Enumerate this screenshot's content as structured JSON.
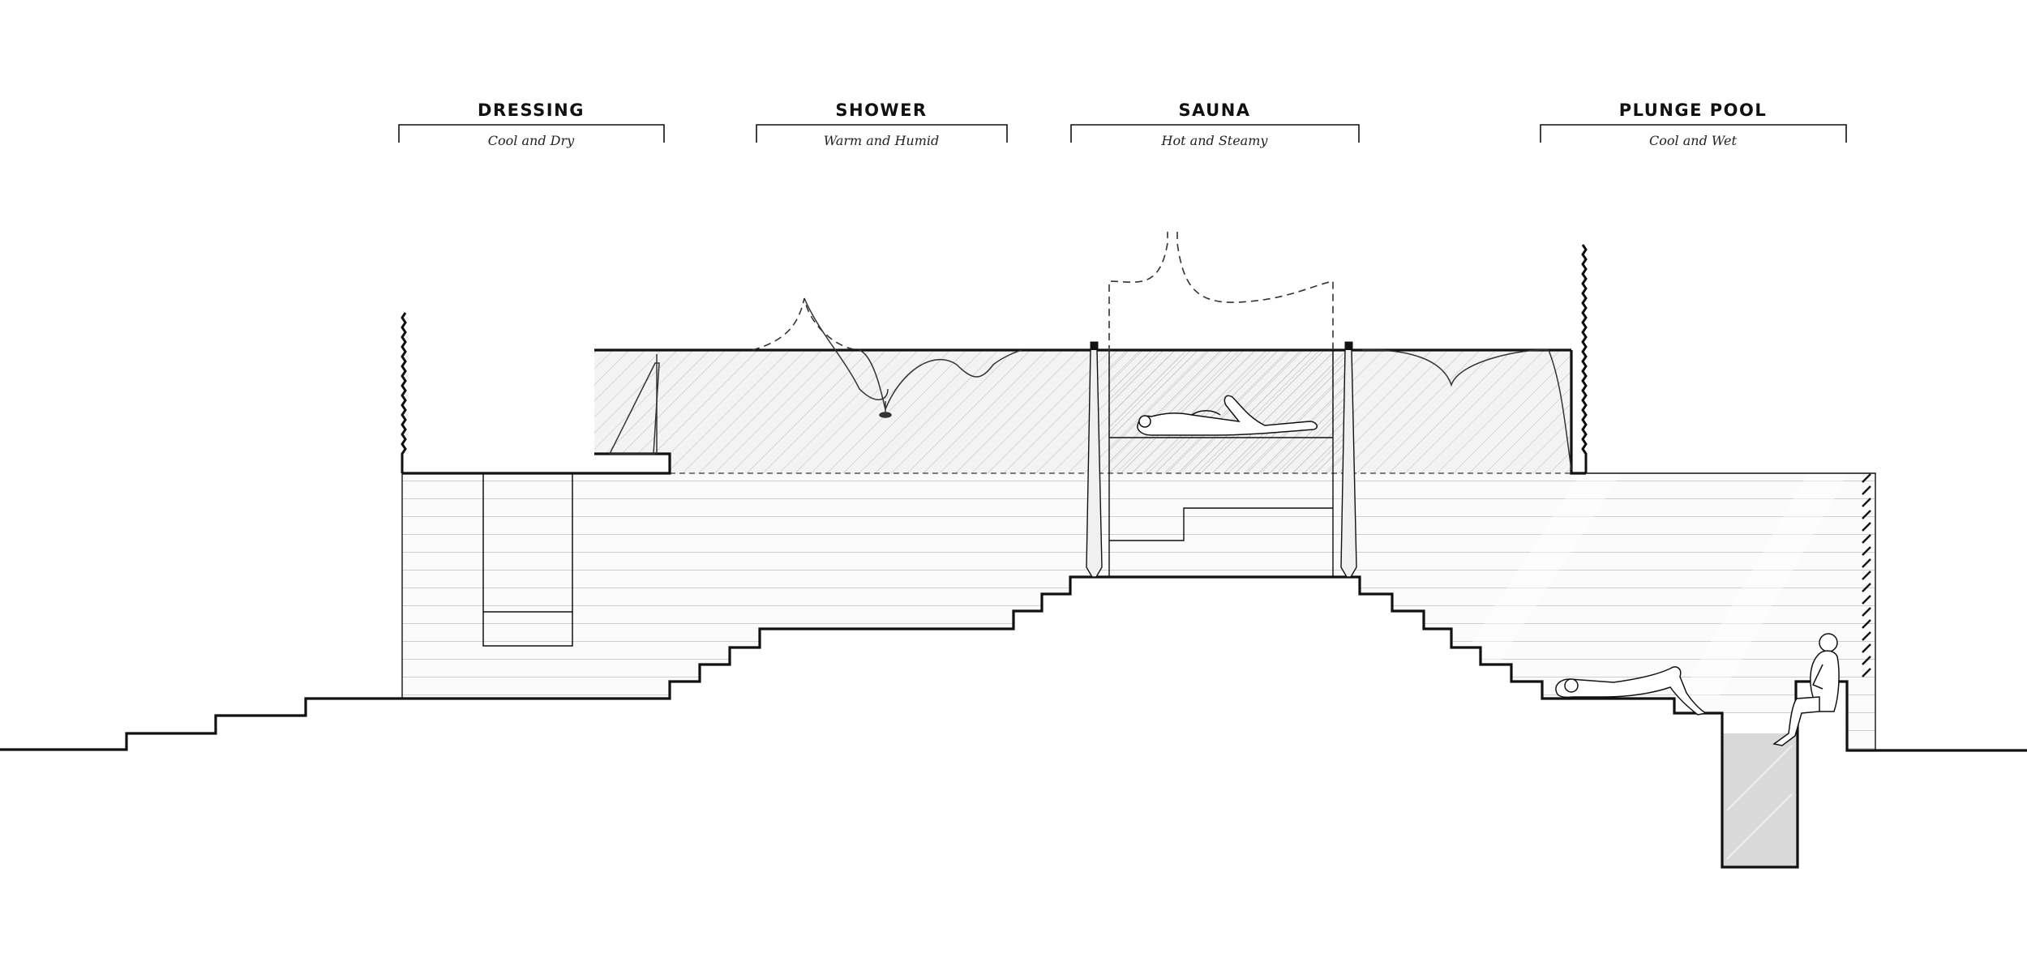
{
  "zones": [
    {
      "title": "DRESSING",
      "subtitle": "Cool and Dry"
    },
    {
      "title": "SHOWER",
      "subtitle": "Warm and Humid"
    },
    {
      "title": "SAUNA",
      "subtitle": "Hot and Steamy"
    },
    {
      "title": "PLUNGE POOL",
      "subtitle": "Cool and Wet"
    }
  ],
  "colors": {
    "line": "#111111",
    "hatch": "#bdbdbd",
    "fill_room": "#f4f4f4",
    "fill_sauna": "#ececec",
    "fill_pool": "#d9d9d9"
  }
}
